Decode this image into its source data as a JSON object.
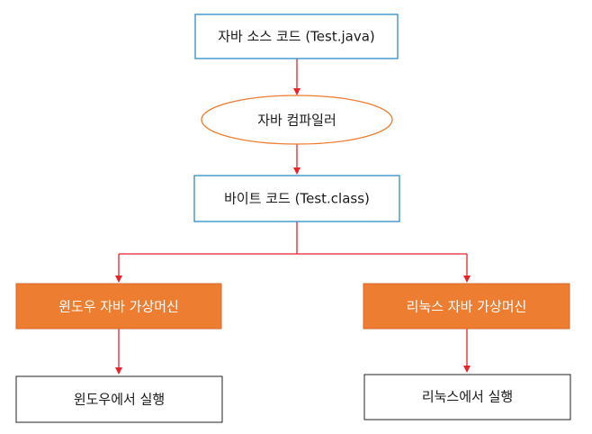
{
  "diagram": {
    "nodes": {
      "source": {
        "label": "자바 소스 코드 (Test.java)"
      },
      "compiler": {
        "label": "자바 컴파일러"
      },
      "bytecode": {
        "label": "바이트 코드 (Test.class)"
      },
      "windows_vm": {
        "label": "윈도우 자바 가상머신"
      },
      "linux_vm": {
        "label": "리눅스 자바 가상머신"
      },
      "windows_run": {
        "label": "윈도우에서 실행"
      },
      "linux_run": {
        "label": "리눅스에서 실행"
      }
    },
    "colors": {
      "box_border": "#2e8bc9",
      "ellipse_border": "#ed7d31",
      "vm_fill": "#ed7d31",
      "run_border": "#222222",
      "arrow": "#e8232a"
    }
  }
}
